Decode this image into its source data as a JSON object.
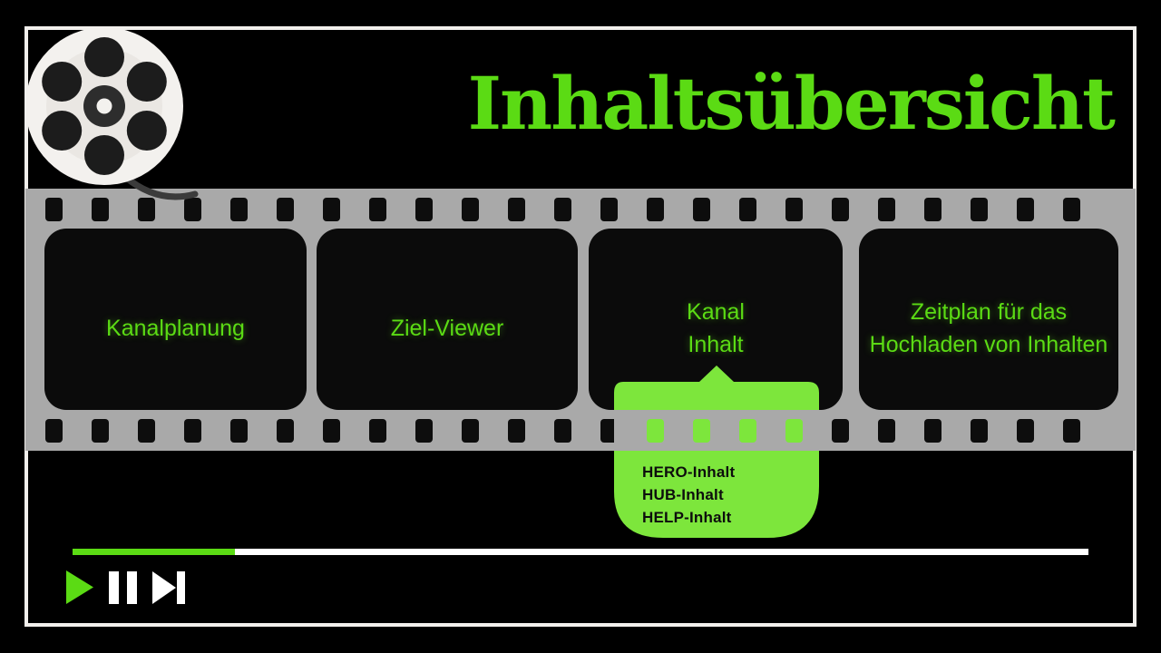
{
  "slide": {
    "title": "Inhaltsübersicht"
  },
  "filmstrip": {
    "frames": [
      {
        "lines": [
          "Kanalplanung"
        ]
      },
      {
        "lines": [
          "Ziel-Viewer"
        ]
      },
      {
        "lines": [
          "Kanal",
          "Inhalt"
        ]
      },
      {
        "lines": [
          "Zeitplan für das",
          "Hochladen von Inhalten"
        ]
      }
    ]
  },
  "callout": {
    "attached_to": "Kanal Inhalt",
    "items": [
      "HERO-Inhalt",
      "HUB-Inhalt",
      "HELP-Inhalt"
    ]
  },
  "player": {
    "progress_percent": 16
  },
  "icons": {
    "logo": "film-reel-icon",
    "controls": [
      "play-icon",
      "pause-icon",
      "skip-next-icon"
    ]
  },
  "colors": {
    "accent": "#5BDB14",
    "callout": "#7DE63C",
    "strip": "#A9A9A9",
    "border": "#F2F0ED",
    "background": "#000000",
    "control-white": "#FFFFFF",
    "callout-text": "#0D0D0D"
  }
}
